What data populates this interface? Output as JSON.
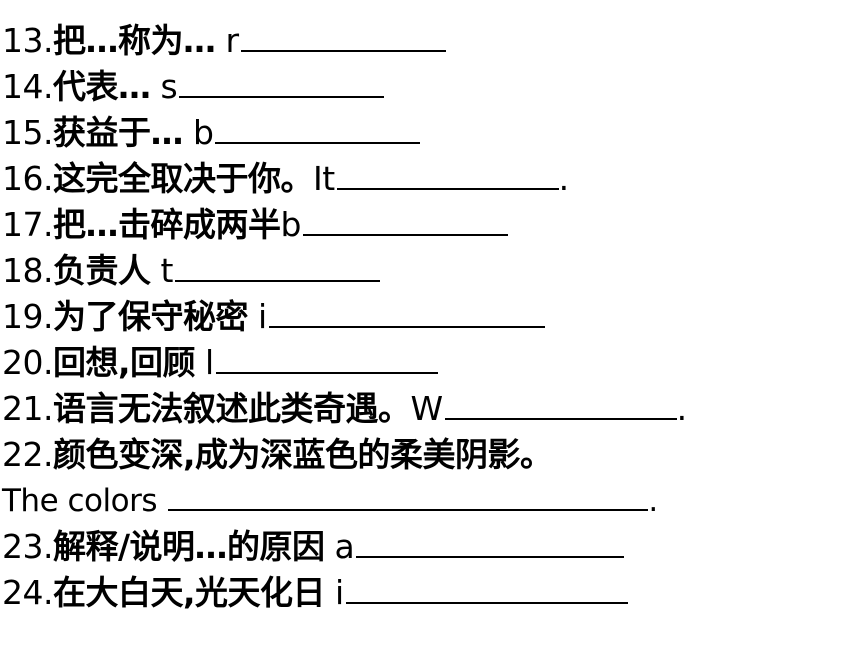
{
  "items": [
    {
      "num": "13.",
      "zh": "把…称为…",
      "hint": " r",
      "trail": ""
    },
    {
      "num": "14.",
      "zh": "代表…",
      "hint": "  s",
      "trail": ""
    },
    {
      "num": "15.",
      "zh": "获益于…",
      "hint": " b",
      "trail": ""
    },
    {
      "num": "16.",
      "zh": "这完全取决于你。",
      "hint": "It",
      "trail": "."
    },
    {
      "num": "17.",
      "zh": "把…击碎成两半",
      "hint": "b",
      "trail": ""
    },
    {
      "num": "18.",
      "zh": "负责人",
      "hint": " t",
      "trail": ""
    },
    {
      "num": "19.",
      "zh": "为了保守秘密",
      "hint": " i",
      "trail": ""
    },
    {
      "num": "20.",
      "zh": "回想,回顾",
      "hint": " l",
      "trail": ""
    },
    {
      "num": "21.",
      "zh": "语言无法叙述此类奇遇。",
      "hint": "W",
      "trail": "."
    },
    {
      "num": "22.",
      "zh": "颜色变深,成为深蓝色的柔美阴影。",
      "hint": "",
      "trail": ""
    },
    {
      "num": "",
      "zh": "",
      "hint": "The colors ",
      "trail": "."
    },
    {
      "num": "23.",
      "zh": "解释/说明…的原因",
      "hint": " a",
      "trail": ""
    },
    {
      "num": "24.",
      "zh": "在大白天,光天化日",
      "hint": " i",
      "trail": ""
    }
  ]
}
